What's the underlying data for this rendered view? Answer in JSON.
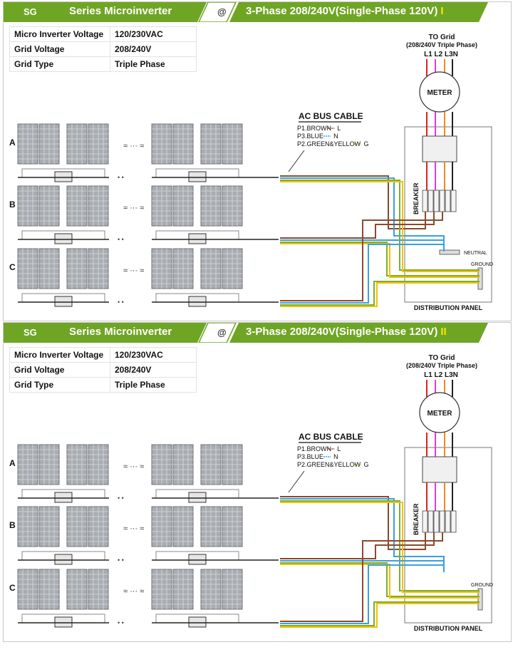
{
  "panels": [
    {
      "id": "panel-1",
      "banner": {
        "brand": "SG",
        "series": "Series Microinverter",
        "at": "@",
        "phase": "3-Phase 208/240V(Single-Phase 120V)",
        "roman": "I"
      },
      "specs": [
        {
          "key": "Micro Inverter Voltage",
          "value": "120/230VAC"
        },
        {
          "key": "Grid  Voltage",
          "value": "208/240V"
        },
        {
          "key": "Grid Type",
          "value": "Triple Phase"
        }
      ],
      "grid": {
        "title": "TO Grid",
        "subtitle": "(208/240V Triple Phase)",
        "lines": "L1 L2 L3N"
      },
      "meter": "METER",
      "breaker": "BREAKER",
      "neutral": "NEUTRAL",
      "ground": "GROUND",
      "distribution": "DISTRIBUTION PANEL",
      "show_neutral": true
    },
    {
      "id": "panel-2",
      "banner": {
        "brand": "SG",
        "series": "Series Microinverter",
        "at": "@",
        "phase": "3-Phase 208/240V(Single-Phase 120V)",
        "roman": "II"
      },
      "specs": [
        {
          "key": "Micro Inverter Voltage",
          "value": "120/230VAC"
        },
        {
          "key": "Grid  Voltage",
          "value": "208/240V"
        },
        {
          "key": "Grid Type",
          "value": "Triple Phase"
        }
      ],
      "grid": {
        "title": "TO Grid",
        "subtitle": "(208/240V Triple Phase)",
        "lines": "L1 L2 L3N"
      },
      "meter": "METER",
      "breaker": "BREAKER",
      "neutral": "",
      "ground": "GROUND",
      "distribution": "DISTRIBUTION PANEL",
      "show_neutral": false
    }
  ],
  "ac_bus": {
    "title": "AC BUS CABLE",
    "legend": [
      {
        "label": "P1.BROWN",
        "wire": "L",
        "color": "#8b4a2b"
      },
      {
        "label": "P3.BLUE",
        "wire": "N",
        "color": "#3aa0e0"
      },
      {
        "label": "P2.GREEN&YELLOW",
        "wire": "G",
        "color": "#7fae2a"
      }
    ]
  },
  "rows": [
    "A",
    "B",
    "C"
  ],
  "ellipsis": "≈ ··· ≈",
  "colors": {
    "banner_green": "#6fa524",
    "banner_dark": "#4f7f16",
    "brown": "#8b4a2b",
    "blue": "#3aa0e0",
    "green": "#7fae2a",
    "yellow": "#f2c300",
    "magenta": "#e23ad6",
    "orange": "#f08a1d",
    "red": "#e02020",
    "black": "#222222"
  }
}
